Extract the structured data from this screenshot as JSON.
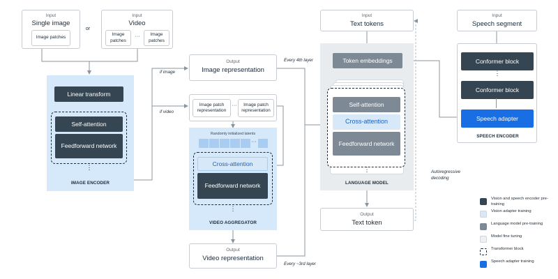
{
  "colors": {
    "vision_speech_pretraining": "#354652",
    "vision_adapter_training": "#d7e9f9",
    "language_model_pretraining": "#7d8a96",
    "model_fine_tuning": "#eef0f2",
    "speech_adapter_training": "#1a6ee3",
    "arrow": "#8a949d"
  },
  "inputs": {
    "single_image": {
      "caption": "Input",
      "title": "Single image",
      "patches": "Image patches"
    },
    "or_label": "or",
    "video": {
      "caption": "Input",
      "title": "Video",
      "patches": "Image patches",
      "ellipsis": "···"
    },
    "text_tokens": {
      "caption": "Input",
      "title": "Text tokens"
    },
    "speech_segment": {
      "caption": "Input",
      "title": "Speech segment"
    }
  },
  "image_encoder": {
    "linear_transform": "Linear transform",
    "self_attention": "Self-attention",
    "feedforward": "Feedforward network",
    "label": "IMAGE ENCODER"
  },
  "image_representation": {
    "caption": "Output",
    "title": "Image representation"
  },
  "video_patch_representation": {
    "item": "Image patch representation",
    "ellipsis": "···"
  },
  "video_aggregator": {
    "latents_label": "Randomly initialized latents",
    "latents_ellipsis": "···",
    "cross_attention": "Cross-attention",
    "feedforward": "Feedforward network",
    "label": "VIDEO AGGREGATOR"
  },
  "video_representation": {
    "caption": "Output",
    "title": "Video representation"
  },
  "language_model": {
    "token_embeddings": "Token embeddings",
    "self_attention": "Self-attention",
    "cross_attention": "Cross-attention",
    "feedforward": "Feedforward network",
    "label": "LANGUAGE MODEL"
  },
  "text_token_output": {
    "caption": "Output",
    "title": "Text token"
  },
  "speech_encoder": {
    "conformer_1": "Conformer block",
    "conformer_2": "Conformer block",
    "speech_adapter": "Speech adapter",
    "label": "SPEECH ENCODER"
  },
  "annotations": {
    "if_image": "if image",
    "if_video": "if video",
    "every_4th": "Every 4th layer",
    "every_3rd": "Every ~3rd layer",
    "autoregressive": "Autoregressive decoding"
  },
  "vdots": "⋮",
  "legend": [
    {
      "label": "Vision and speech encoder pre-training",
      "color": "#354652",
      "style": "solid"
    },
    {
      "label": "Vision adapter training",
      "color": "#d7e9f9",
      "style": "solid"
    },
    {
      "label": "Language model pre-training",
      "color": "#7d8a96",
      "style": "solid"
    },
    {
      "label": "Model fine tuning",
      "color": "#eef0f2",
      "style": "solid"
    },
    {
      "label": "Transformer block",
      "color": "#ffffff",
      "style": "dashed"
    },
    {
      "label": "Speech adapter training",
      "color": "#1a6ee3",
      "style": "solid"
    }
  ]
}
